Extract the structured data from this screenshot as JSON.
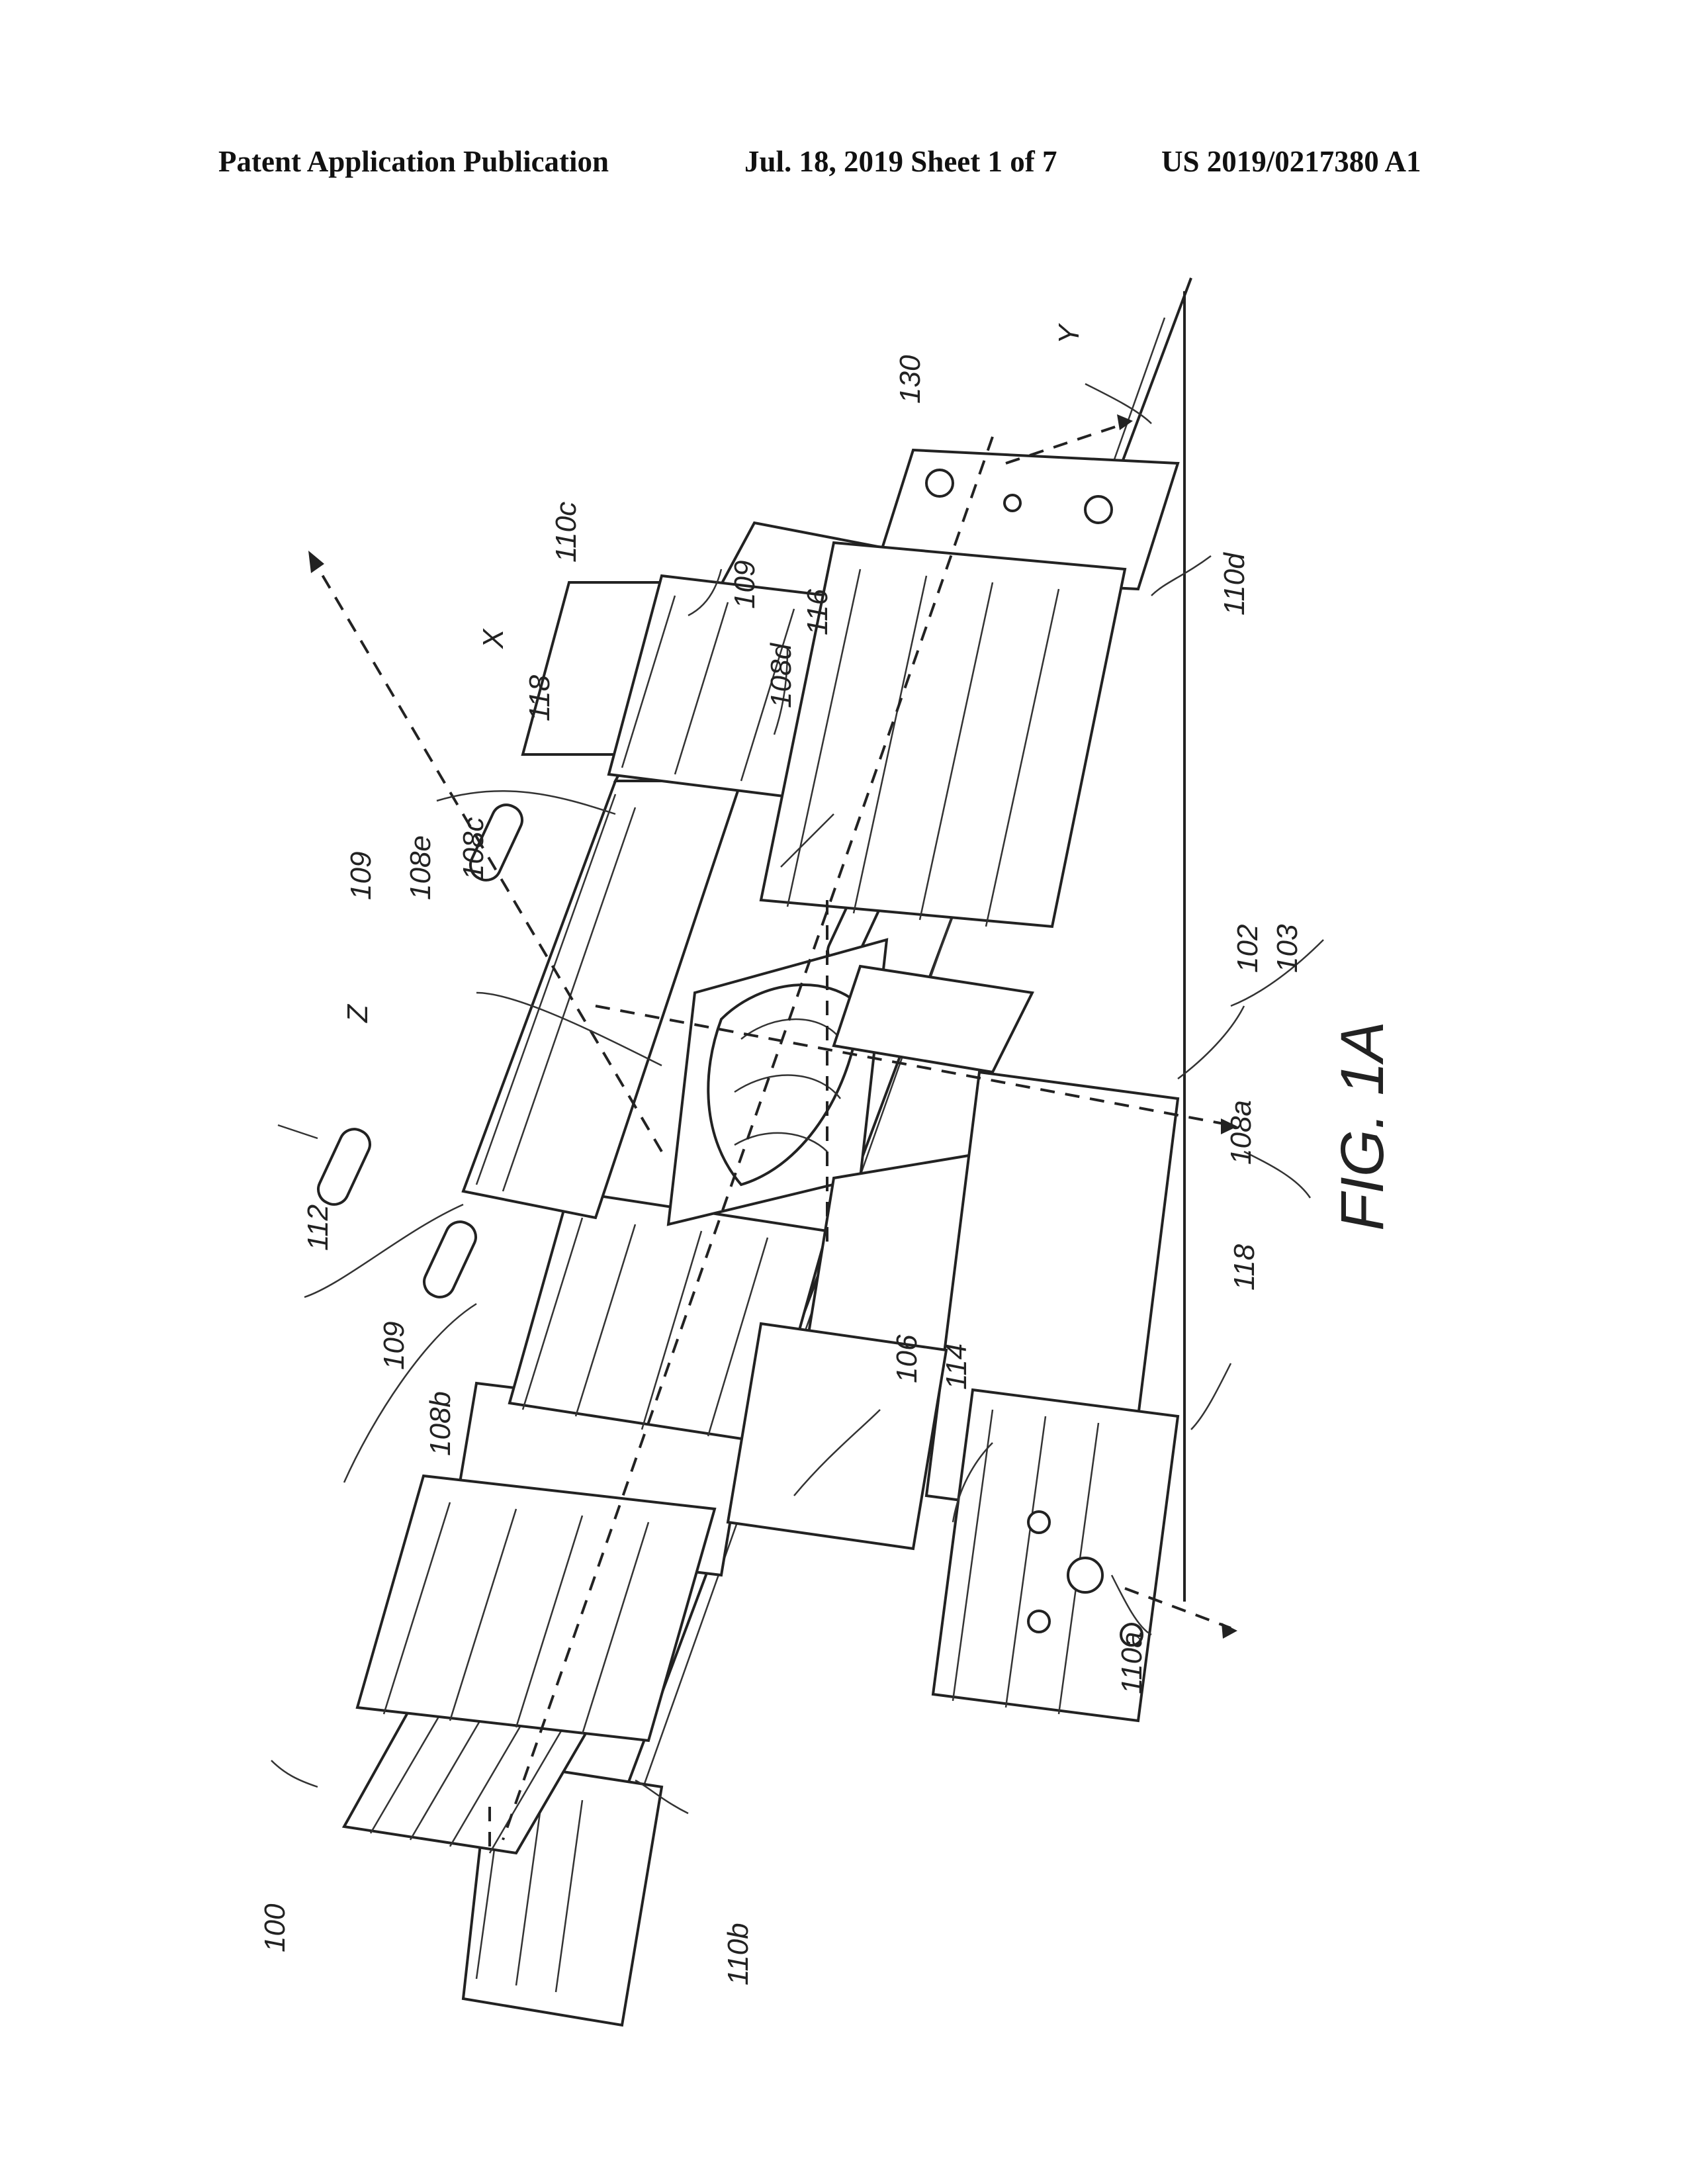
{
  "header": {
    "publication": "Patent Application Publication",
    "date_sheet": "Jul. 18, 2019   Sheet 1 of 7",
    "number": "US 2019/0217380 A1"
  },
  "figure": {
    "caption": "FIG. 1A",
    "labels": {
      "l100": "100",
      "l102": "102",
      "l103": "103",
      "l106": "106",
      "l108a": "108a",
      "l108b": "108b",
      "l108c": "108c",
      "l108d": "108d",
      "l108e": "108e",
      "l109_a": "109",
      "l109_b": "109",
      "l109_c": "109",
      "l110a": "110a",
      "l110b": "110b",
      "l110c": "110c",
      "l110d": "110d",
      "l112": "112",
      "l114": "114",
      "l116": "116",
      "l118_a": "118",
      "l118_b": "118",
      "l130": "130",
      "axis_x": "X",
      "axis_y": "Y",
      "axis_z": "Z"
    }
  }
}
